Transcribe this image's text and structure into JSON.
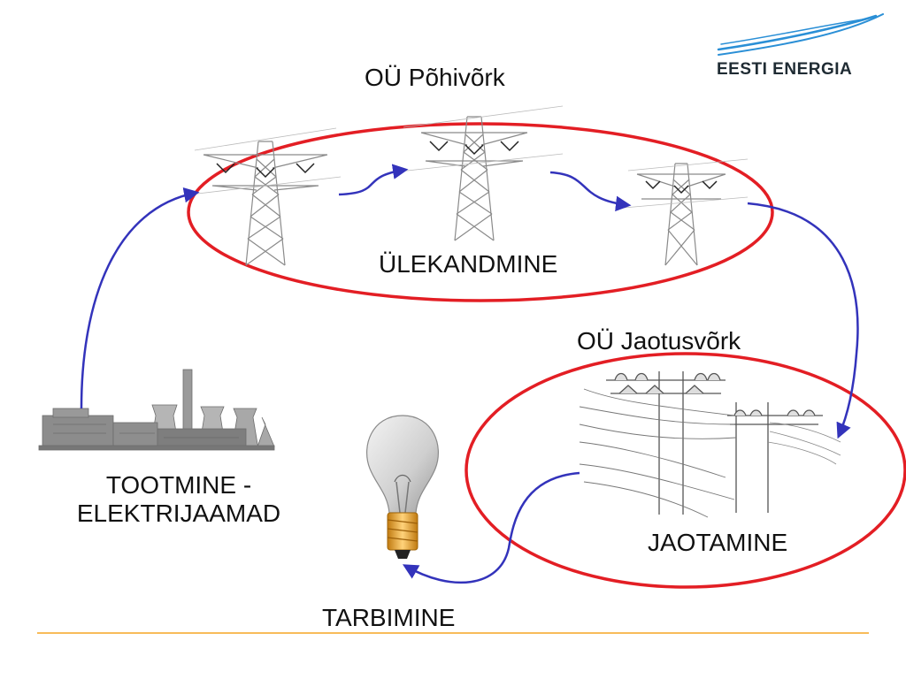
{
  "logo": {
    "text": "EESTI ENERGIA"
  },
  "labels": {
    "transmission_operator": "OÜ Põhivõrk",
    "transmission": "ÜLEKANDMINE",
    "distribution_operator": "OÜ Jaotusvõrk",
    "distribution": "JAOTAMINE",
    "generation_line1": "TOOTMINE -",
    "generation_line2": "ELEKTRIJAAMAD",
    "consumption": "TARBIMINE"
  },
  "colors": {
    "ellipse": "#e31e24",
    "flow_arrow": "#3333bb",
    "footer_line": "#f5a623",
    "logo_wave": "#2a8fd6"
  }
}
